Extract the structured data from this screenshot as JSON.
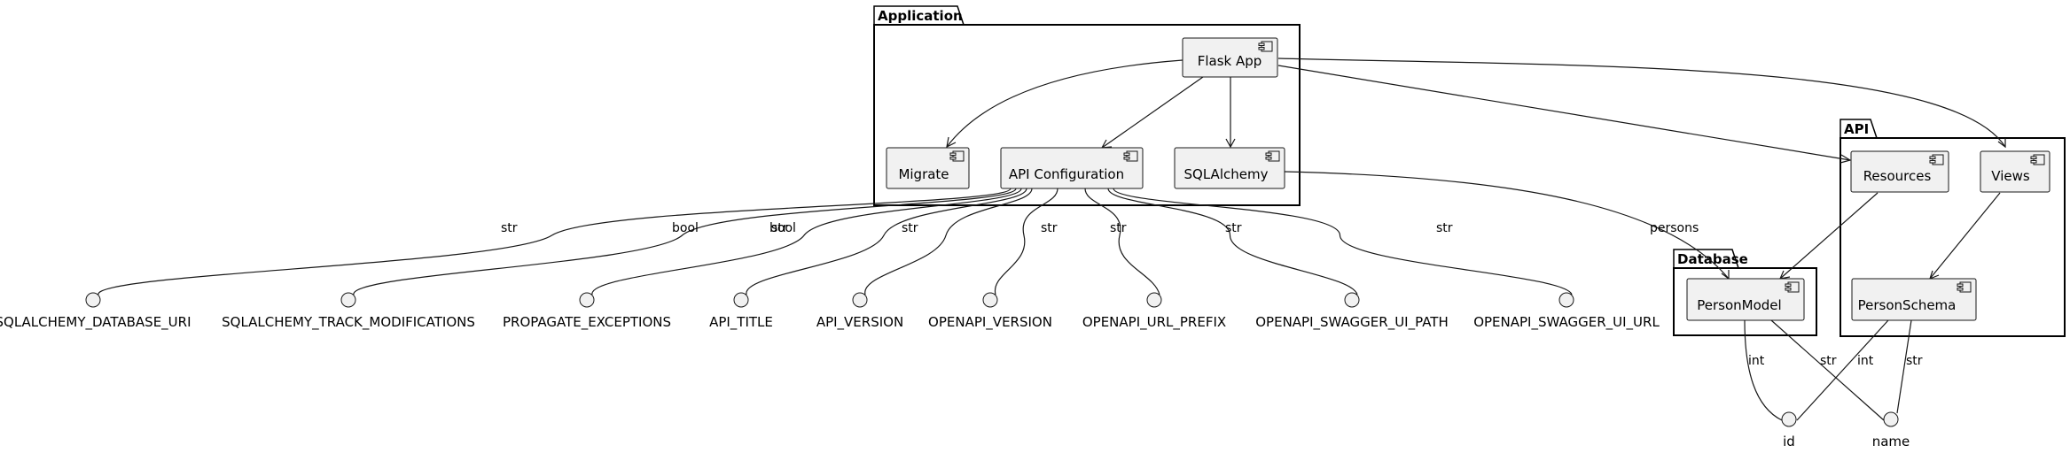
{
  "packages": {
    "application": {
      "title": "Application"
    },
    "api": {
      "title": "API"
    },
    "database": {
      "title": "Database"
    }
  },
  "components": {
    "flask_app": "Flask App",
    "migrate": "Migrate",
    "api_configuration": "API Configuration",
    "sqlalchemy": "SQLAlchemy",
    "resources": "Resources",
    "views": "Views",
    "person_schema": "PersonSchema",
    "person_model": "PersonModel"
  },
  "config_interfaces": [
    {
      "name": "SQLALCHEMY_DATABASE_URI",
      "type": "str"
    },
    {
      "name": "SQLALCHEMY_TRACK_MODIFICATIONS",
      "type": "bool"
    },
    {
      "name": "PROPAGATE_EXCEPTIONS",
      "type": "bool"
    },
    {
      "name": "API_TITLE",
      "type": "str"
    },
    {
      "name": "API_VERSION",
      "type": "str"
    },
    {
      "name": "OPENAPI_VERSION",
      "type": "str"
    },
    {
      "name": "OPENAPI_URL_PREFIX",
      "type": "str"
    },
    {
      "name": "OPENAPI_SWAGGER_UI_PATH",
      "type": "str"
    },
    {
      "name": "OPENAPI_SWAGGER_UI_URL",
      "type": "str"
    }
  ],
  "field_interfaces": {
    "id": "id",
    "name": "name"
  },
  "edge_labels": {
    "sqlalchemy_persons": "persons",
    "model_id": "int",
    "model_name": "str",
    "schema_id": "int",
    "schema_name": "str"
  }
}
